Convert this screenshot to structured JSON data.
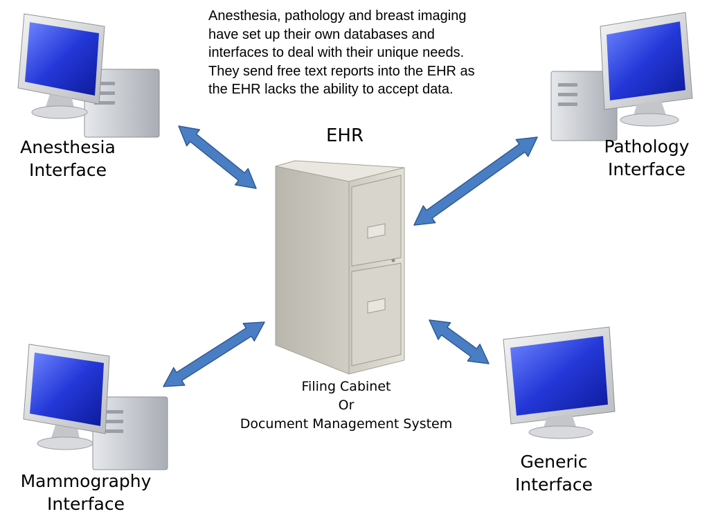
{
  "note": {
    "lines": [
      "Anesthesia, pathology and breast imaging",
      "have set up their own databases and",
      "interfaces to deal with their unique needs.",
      "They send free text reports into the EHR as",
      "the EHR lacks the ability to accept data."
    ]
  },
  "center": {
    "title": "EHR",
    "caption": [
      "Filing Cabinet",
      "Or",
      "Document Management System"
    ]
  },
  "interfaces": {
    "anesthesia": [
      "Anesthesia",
      "Interface"
    ],
    "pathology": [
      "Pathology",
      "Interface"
    ],
    "mammography": [
      "Mammography",
      "Interface"
    ],
    "generic": [
      "Generic",
      "Interface"
    ]
  },
  "colors": {
    "arrow_fill": "#4a7ec4",
    "arrow_stroke": "#2f5a93",
    "screen": "#1d33c9",
    "cabinet": "#d8d6cc"
  }
}
